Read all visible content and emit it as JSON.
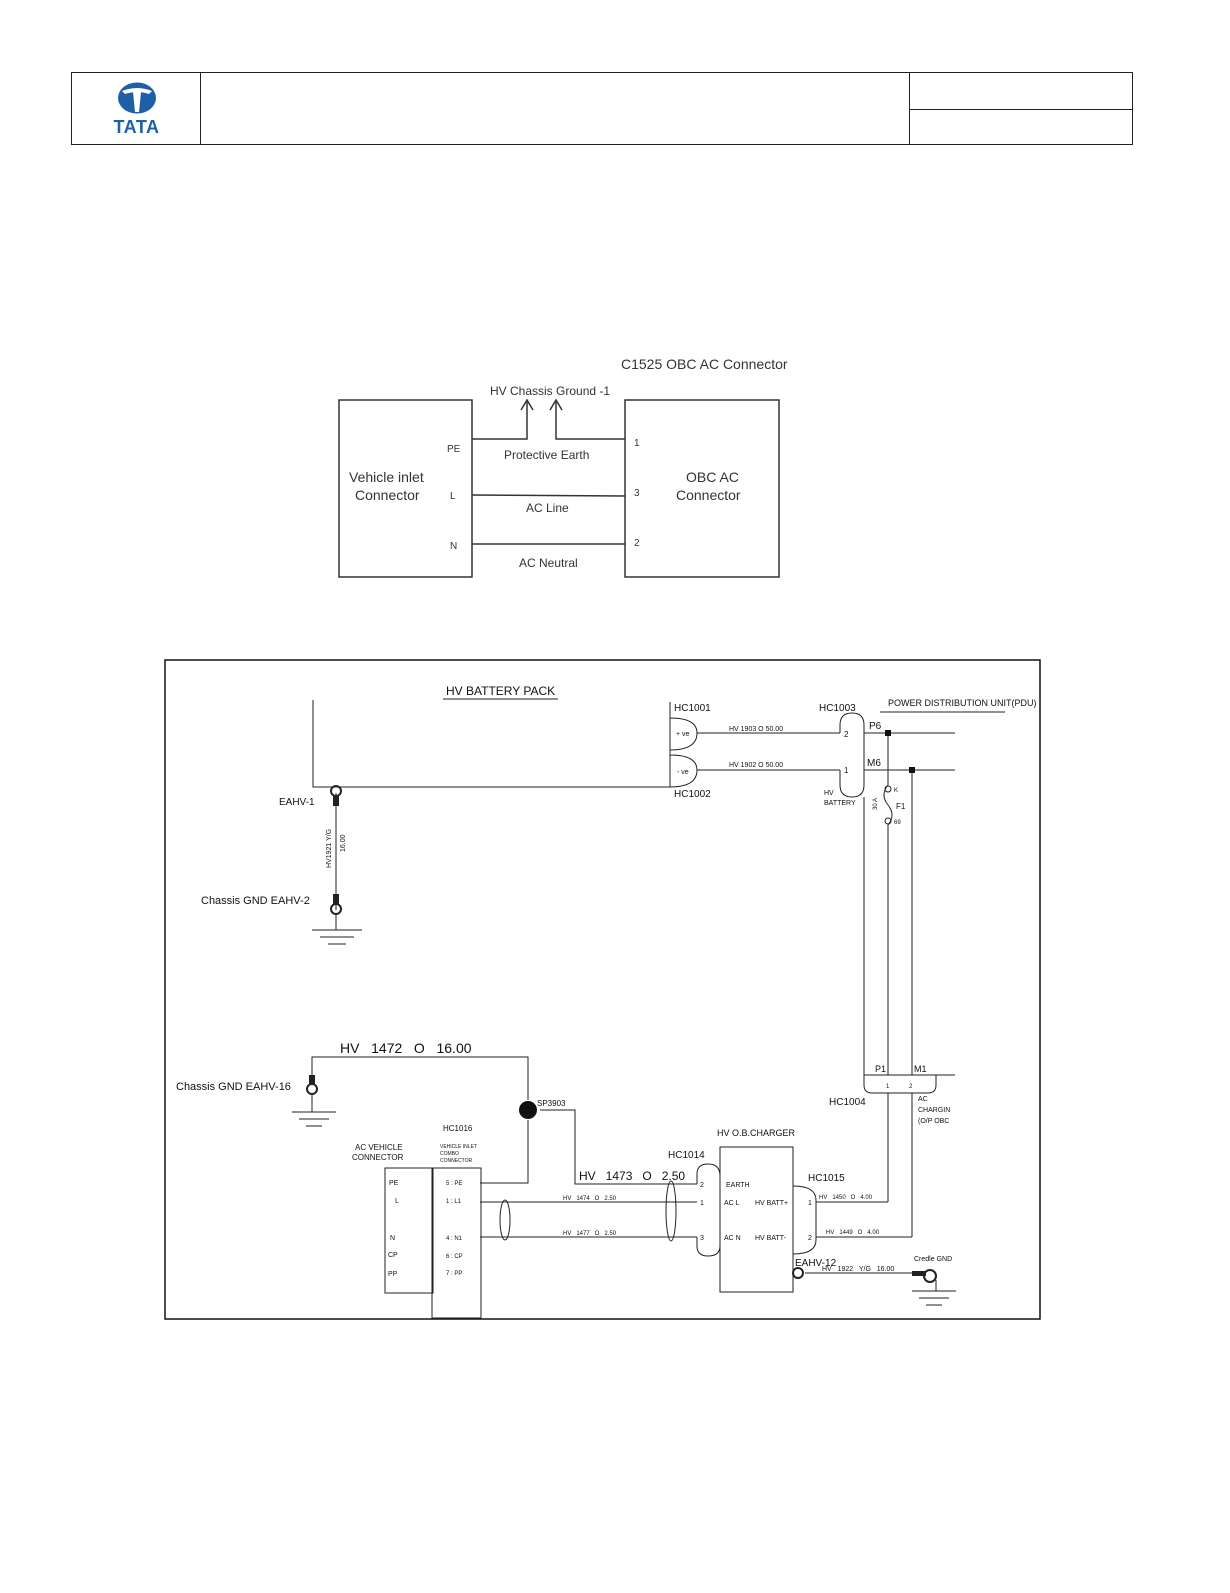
{
  "header": {
    "logo_text": "TATA",
    "brand_color": "#1f5fa8"
  },
  "block_diagram": {
    "title": "C1525 OBC AC Connector",
    "ground_label": "HV Chassis Ground -1",
    "left_box": {
      "line1": "Vehicle inlet",
      "line2": "Connector"
    },
    "right_box": {
      "line1": "OBC AC",
      "line2": "Connector"
    },
    "left_pins": [
      "PE",
      "L",
      "N"
    ],
    "right_pins": [
      "1",
      "3",
      "2"
    ],
    "wires": [
      "Protective Earth",
      "AC Line",
      "AC Neutral"
    ]
  },
  "schematic": {
    "battery_pack": "HV BATTERY PACK",
    "hc1001": "HC1001",
    "hc1002": "HC1002",
    "hc1003": "HC1003",
    "pdu": "POWER DISTRIBUTION UNIT(PDU)",
    "pos_ve": "+ ve",
    "neg_ve": "- ve",
    "w1903": "HV   1903   O   50.00",
    "w1902": "HV   1902   O   50.00",
    "p6": "P6",
    "m6": "M6",
    "hc1003_pin2": "2",
    "hc1003_pin1": "1",
    "hv_battery_1": "HV",
    "hv_battery_2": "BATTERY",
    "fuse_label": "F1",
    "fuse_pin_top": "K",
    "fuse_pin_bot": "69",
    "fuse_left": "30 A",
    "eahv1": "EAHV-1",
    "vert_wire": "HV1921  Y/G",
    "vert_wire2": "16.00",
    "chassis_gnd_2": "Chassis GND EAHV-2",
    "w1472": "HV   1472   O   16.00",
    "chassis_gnd_16": "Chassis GND EAHV-16",
    "sp3903": "SP3903",
    "hc1016": "HC1016",
    "ac_vehicle_1": "AC VEHICLE",
    "ac_vehicle_2": "CONNECTOR",
    "inlet_1": "VEHICLE INLET",
    "inlet_2": "COMBO",
    "inlet_3": "CONNECTOR",
    "left_pins": [
      "PE",
      "L",
      "N",
      "CP",
      "PP"
    ],
    "combo_pins": [
      "5 : PE",
      "1 : L1",
      "4 : N1",
      "6 : CP",
      "7 : PP"
    ],
    "hc1014": "HC1014",
    "hv_ob_charger": "HV O.B.CHARGER",
    "w1473": "HV   1473   O   2.50",
    "w1474": "HV   1474   O   2.50",
    "w1477": "HV   1477   O   2.50",
    "hc1014_pins": [
      "2",
      "1",
      "3"
    ],
    "charger_left": [
      "EARTH",
      "AC L",
      "AC N"
    ],
    "charger_right": [
      "HV BATT+",
      "HV BATT-"
    ],
    "hc1015": "HC1015",
    "hc1015_pins": [
      "1",
      "2"
    ],
    "w1450": "HV   1450   O   4.00",
    "w1449": "HV   1449   O   4.00",
    "p1": "P1",
    "m1": "M1",
    "hc1004": "HC1004",
    "hc1004_pins": [
      "1",
      "2"
    ],
    "ac_charging_1": "AC",
    "ac_charging_2": "CHARGIN",
    "ac_charging_3": "(O/P OBC",
    "eahv12": "EAHV-12",
    "w1922": "HV   1922   Y/G   16.00",
    "credle_gnd": "Credle GND"
  }
}
